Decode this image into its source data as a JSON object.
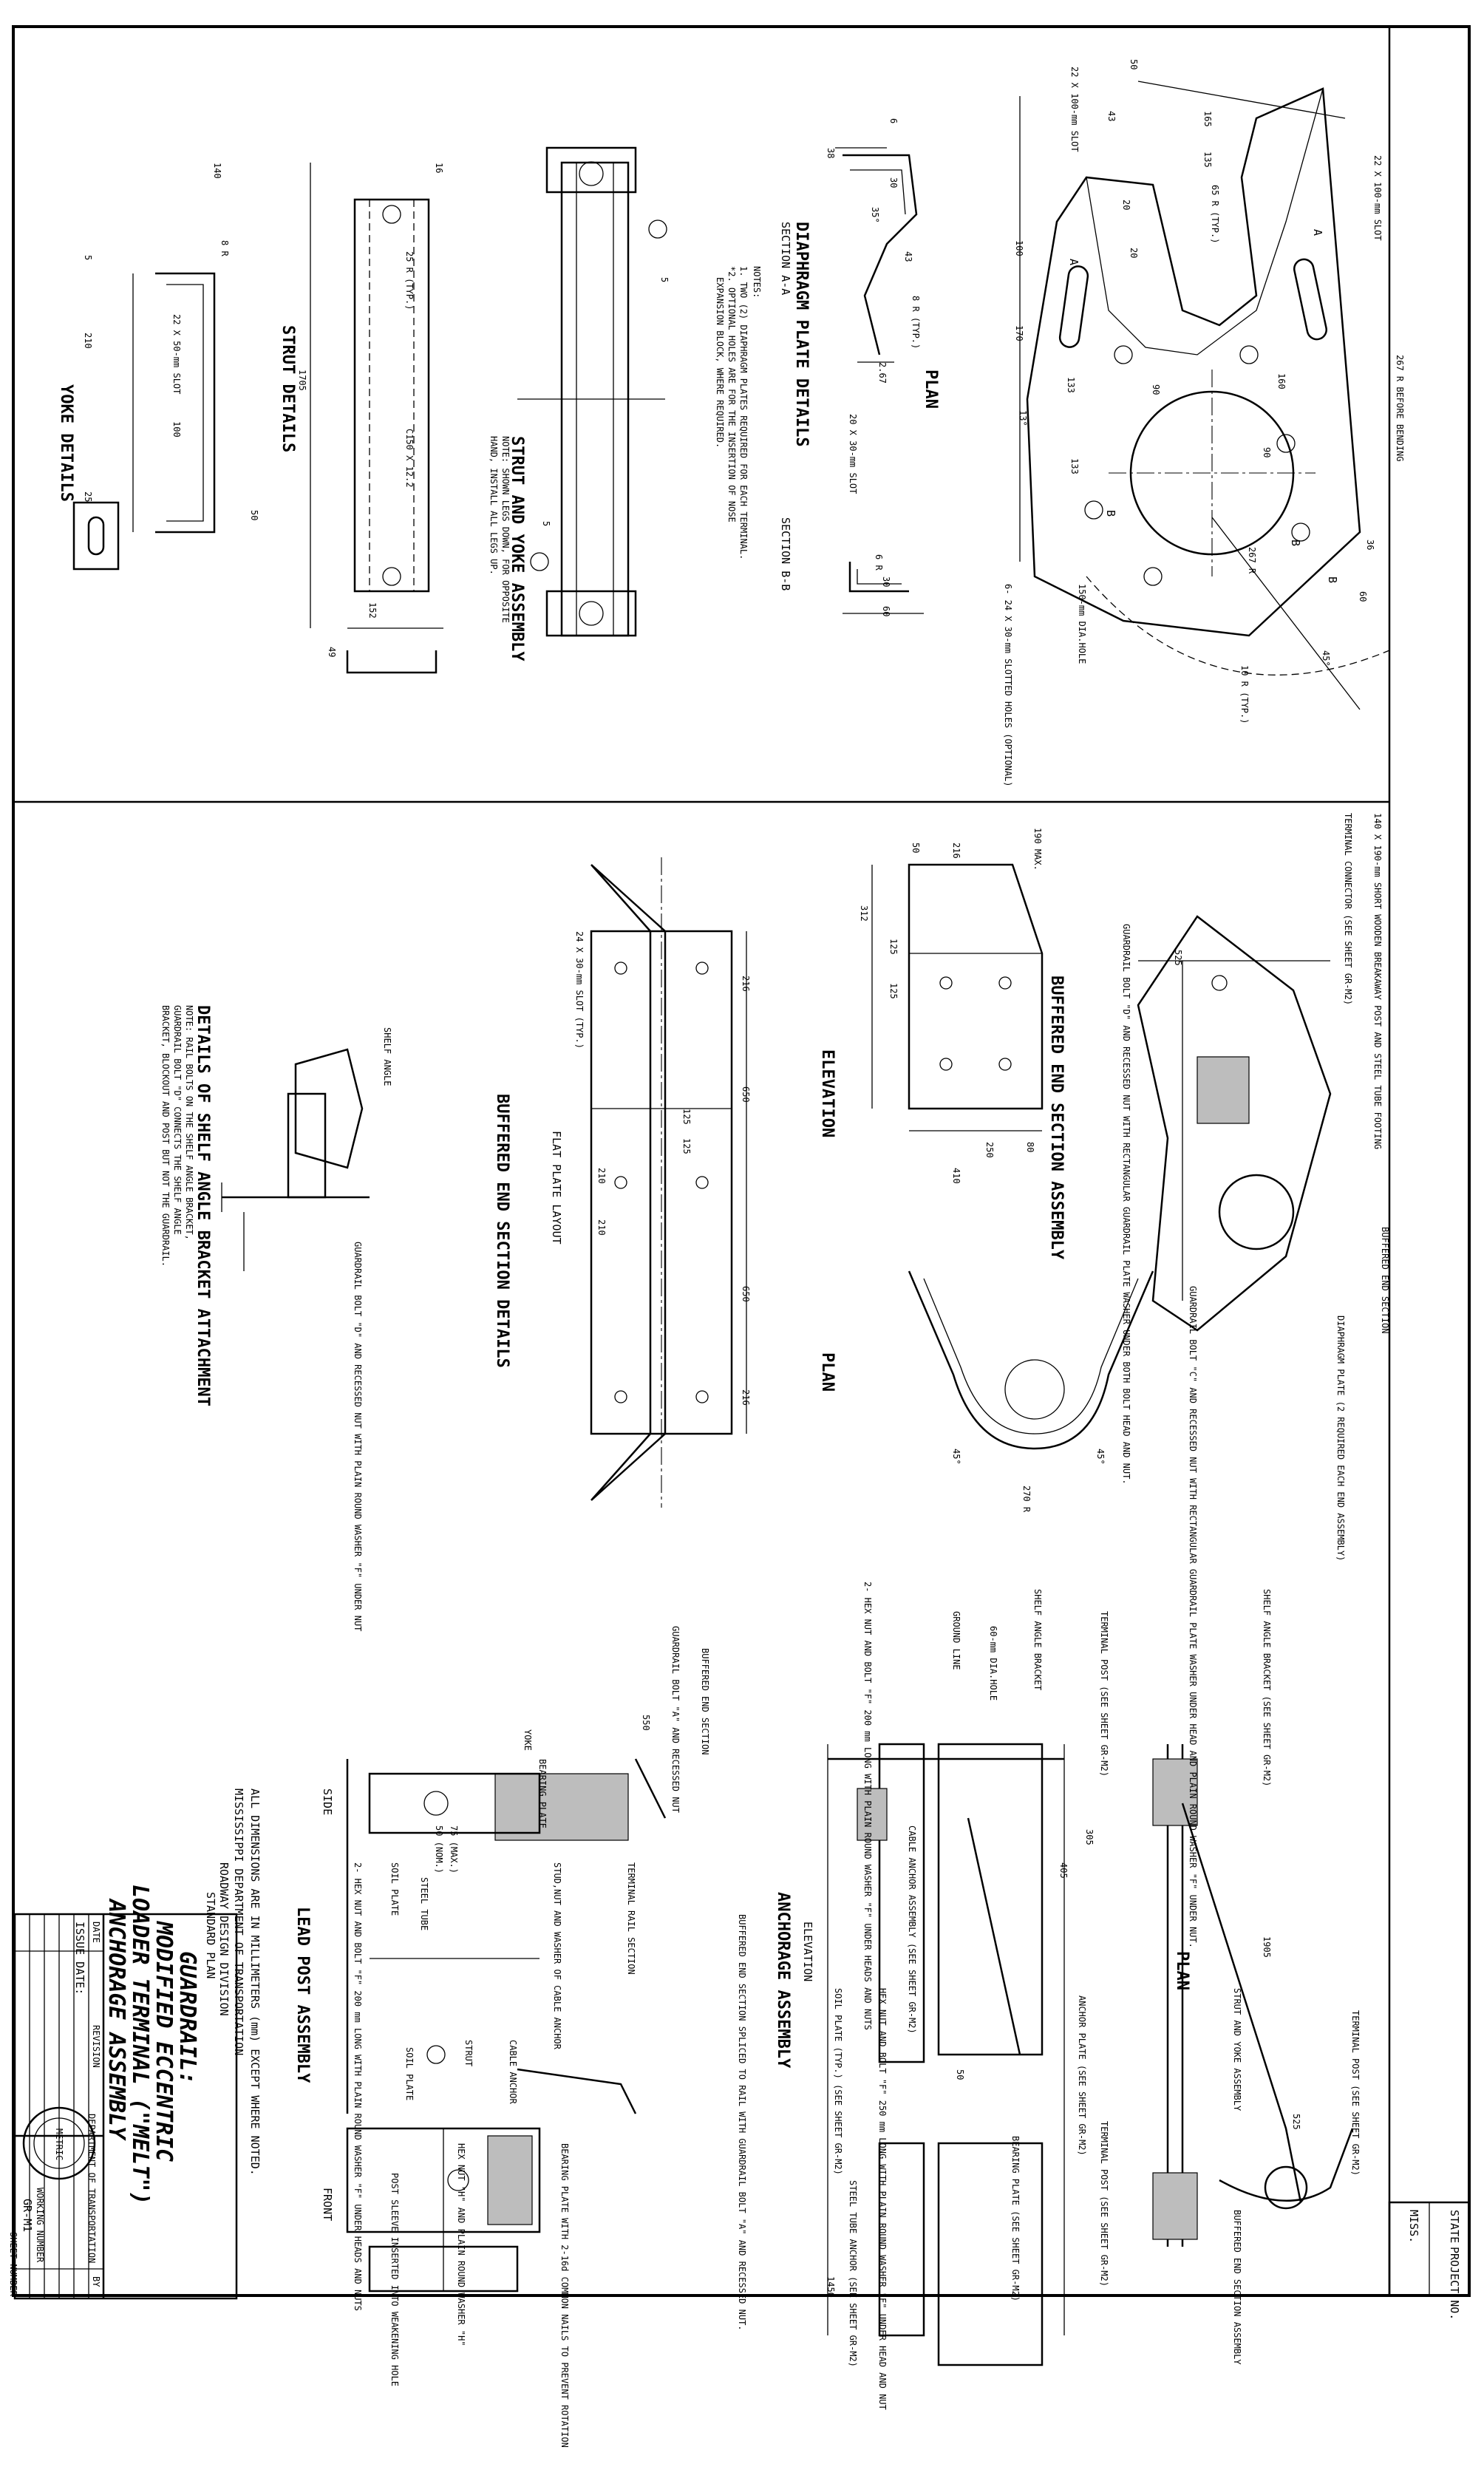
{
  "title_block": {
    "department": "MISSISSIPPI DEPARTMENT OF TRANSPORTATION",
    "division": "ROADWAY DESIGN DIVISION",
    "plan_type": "STANDARD PLAN",
    "title_1": "GUARDRAIL:",
    "title_2": "MODIFIED ECCENTRIC",
    "title_3": "LOADER TERMINAL (\"MELT\")",
    "title_4": "ANCHORAGE ASSEMBLY",
    "units_note": "ALL DIMENSIONS ARE IN MILLIMETERS (mm) EXCEPT WHERE NOTED.",
    "revision_headers": [
      "DATE",
      "REVISION",
      "BY"
    ],
    "issue_date_label": "ISSUE DATE:",
    "working_number_label": "WORKING NUMBER",
    "working_number": "GR-M1",
    "sheet_number_label": "SHEET NUMBER",
    "seal_text": "DEPARTMENT OF TRANSPORTATION",
    "seal_center": "METRIC"
  },
  "state_block": {
    "state_label": "STATE",
    "state": "MISS.",
    "project_label": "PROJECT NO."
  },
  "views": {
    "diaphragm": {
      "title": "DIAPHRAGM PLATE DETAILS",
      "plan": "PLAN",
      "section_aa": "SECTION A-A",
      "section_bb": "SECTION B-B",
      "notes_title": "NOTES:",
      "note_1": "1. TWO (2) DIAPHRAGM PLATES REQUIRED FOR EACH TERMINAL.",
      "note_2": "*2. OPTIONAL HOLES ARE FOR THE INSERTION OF NOSE",
      "note_2b": "EXPANSION BLOCK, WHERE REQUIRED.",
      "labels": [
        "267 R BEFORE BENDING",
        "22 X 100-mm SLOT",
        "22 X 100-mm SLOT",
        "65 R (TYP.)",
        "10 R (TYP.)",
        "150-mm DIA.HOLE",
        "6- 24 X 30-mm SLOTTED HOLES (OPTIONAL)",
        "20 X 30-mm SLOT",
        "6 R",
        "8 R (TYP.)",
        "267 R"
      ],
      "dims": [
        "50",
        "43",
        "165",
        "135",
        "20",
        "20",
        "100",
        "170",
        "133",
        "133",
        "90",
        "90",
        "160",
        "13°",
        "45°",
        "60",
        "6",
        "38",
        "30",
        "35°",
        "43",
        "2.67",
        "30",
        "60",
        "36",
        "A",
        "A",
        "B",
        "B",
        "B"
      ]
    },
    "strut": {
      "title": "STRUT DETAILS",
      "assembly_title": "STRUT AND YOKE ASSEMBLY",
      "assembly_note_1": "NOTE: SHOWN LEGS DOWN, FOR OPPOSITE",
      "assembly_note_2": "HAND, INSTALL ALL LEGS UP.",
      "labels": [
        "25 R (TYP.)",
        "C150 X 12.2"
      ],
      "dims": [
        "16",
        "1705",
        "152",
        "49",
        "5",
        "5"
      ]
    },
    "yoke": {
      "title": "YOKE DETAILS",
      "labels": [
        "8 R",
        "22 X 50-mm SLOT"
      ],
      "dims": [
        "140",
        "5",
        "210",
        "100",
        "50",
        "25"
      ]
    },
    "buffered_section": {
      "title": "BUFFERED END SECTION ASSEMBLY",
      "elevation": "ELEVATION",
      "plan": "PLAN",
      "labels": [
        "140 X 190-mm SHORT WOODEN BREAKAWAY POST AND STEEL TUBE FOOTING",
        "TERMINAL CONNECTOR (SEE SHEET GR-M2)",
        "GUARDRAIL BOLT \"D\" AND RECESSED NUT WITH RECTANGULAR GUARDRAIL PLATE WASHER UNDER BOTH BOLT HEAD AND NUT.",
        "BUFFERED END SECTION",
        "DIAPHRAGM PLATE (2 REQUIRED EACH END ASSEMBLY)",
        "GUARDRAIL BOLT \"C\" AND RECESSED NUT WITH RECTANGULAR GUARDRAIL PLATE WASHER UNDER HEAD AND PLAIN ROUND WASHER \"F\" UNDER NUT.",
        "270 R",
        "45°",
        "45°"
      ],
      "dims": [
        "312",
        "125",
        "125",
        "50",
        "216",
        "190 MAX.",
        "250",
        "80",
        "410",
        "525"
      ]
    },
    "flat_plate": {
      "title": "BUFFERED END SECTION DETAILS",
      "subtitle": "FLAT PLATE LAYOUT",
      "labels": [
        "24 X 30-mm SLOT (TYP.)"
      ],
      "dims": [
        "216",
        "650",
        "650",
        "216",
        "125",
        "125",
        "210",
        "210"
      ]
    },
    "shelf": {
      "title": "DETAILS OF SHELF ANGLE BRACKET ATTACHMENT",
      "note_1": "NOTE: RAIL BOLTS ON THE SHELF ANGLE BRACKET,",
      "note_2": "GUARDRAIL BOLT \"D\" CONNECTS THE SHELF ANGLE",
      "note_3": "BRACKET, BLOCKOUT AND POST BUT NOT THE GUARDRAIL.",
      "labels": [
        "SHELF ANGLE",
        "GUARDRAIL BOLT \"D\" AND RECESSED NUT WITH PLAIN ROUND WASHER \"F\" UNDER NUT"
      ]
    },
    "anchorage": {
      "title": "ANCHORAGE ASSEMBLY",
      "plan": "PLAN",
      "elevation": "ELEVATION",
      "labels": [
        "SHELF ANGLE BRACKET (SEE SHEET GR-M2)",
        "STRUT AND YOKE ASSEMBLY",
        "TERMINAL POST (SEE SHEET GR-M2)",
        "BUFFERED END SECTION ASSEMBLY",
        "TERMINAL POST (SEE SHEET GR-M2)",
        "SHELF ANGLE BRACKET",
        "60-mm DIA.HOLE",
        "GROUND LINE",
        "2- HEX NUT AND BOLT \"F\" 200 mm LONG WITH PLAIN ROUND WASHER \"F\" UNDER HEADS AND NUTS",
        "CABLE ANCHOR ASSEMBLY (SEE SHEET GR-M2)",
        "HEX NUT AND BOLT \"F\" 250 mm LONG WITH PLAIN ROUND WASHER \"F\" UNDER HEAD AND NUT",
        "ANCHOR PLATE (SEE SHEET GR-M2)",
        "TERMINAL POST (SEE SHEET GR-M2)",
        "BEARING PLATE (SEE SHEET GR-M2)",
        "SOIL PLATE (TYP.) (SEE SHEET GR-M2)",
        "STEEL TUBE ANCHOR (SEE SHEET GR-M2)",
        "BUFFERED END SECTION SPLICED TO RAIL WITH GUARDRAIL BOLT \"A\" AND RECESSED NUT."
      ],
      "dims": [
        "1905",
        "525",
        "305",
        "405",
        "1450",
        "50"
      ]
    },
    "lead_post": {
      "title": "LEAD POST ASSEMBLY",
      "side": "SIDE",
      "front": "FRONT",
      "labels": [
        "BUFFERED END SECTION",
        "GUARDRAIL BOLT \"A\" AND RECESSED NUT",
        "BEARING PLATE",
        "YOKE",
        "TERMINAL RAIL SECTION",
        "STUD,NUT AND WASHER OF CABLE ANCHOR",
        "STEEL TUBE",
        "SOIL PLATE",
        "2- HEX NUT AND BOLT \"F\" 200 mm LONG WITH PLAIN ROUND WASHER \"F\" UNDER HEADS AND NUTS",
        "CABLE ANCHOR",
        "STRUT",
        "SOIL PLATE",
        "BEARING PLATE WITH 2-16d COMMON NAILS TO PREVENT ROTATION",
        "HEX NUT \"H\" AND PLAIN ROUND WASHER \"H\"",
        "POST SLEEVE INSERTED INTO WEAKENING HOLE"
      ],
      "dims": [
        "550",
        "50 (NOM.)",
        "75 (MAX.)"
      ]
    }
  }
}
